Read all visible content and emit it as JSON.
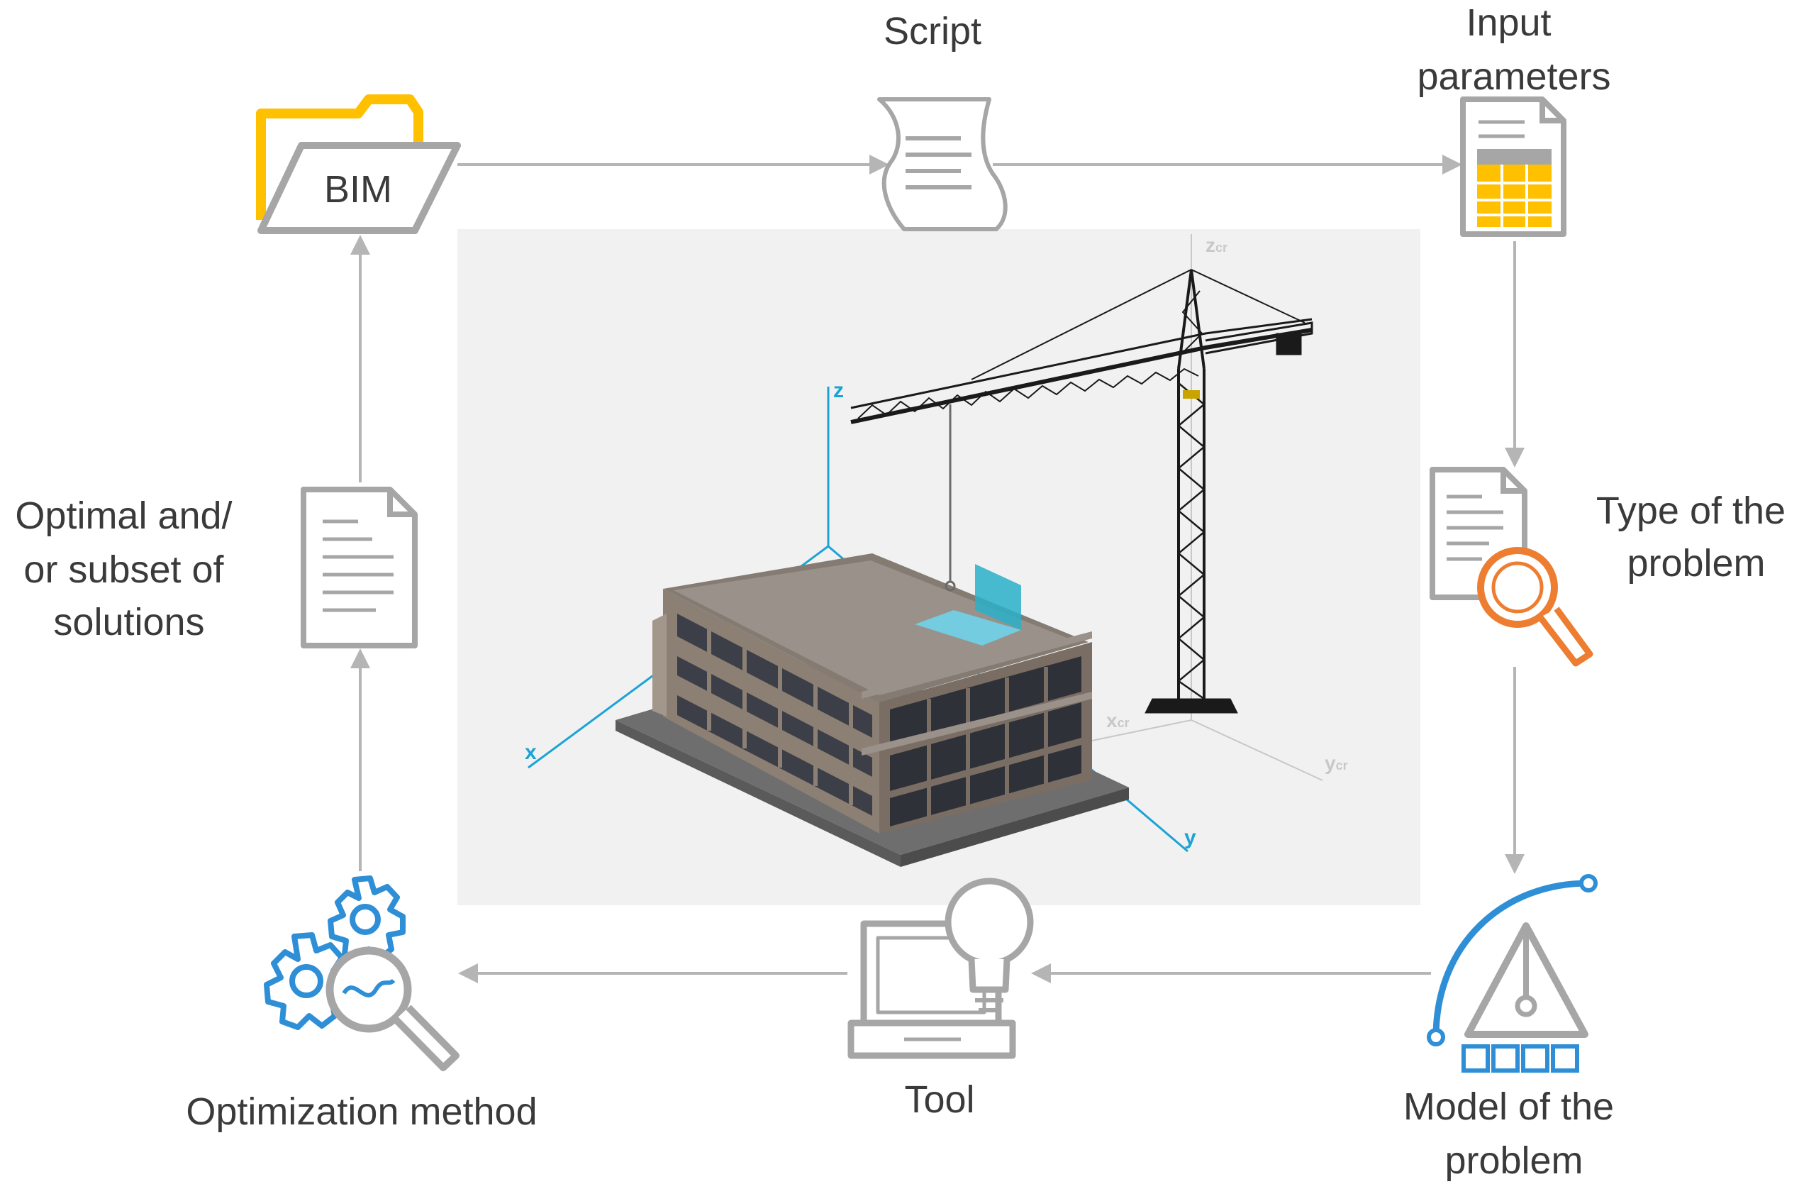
{
  "nodes": {
    "bim": {
      "label": "BIM",
      "icon": "folder-icon",
      "color": "#ffc000"
    },
    "script": {
      "label": "Script",
      "icon": "scroll-document-icon"
    },
    "input_parameters": {
      "label_lines": [
        "Input",
        "parameters"
      ],
      "icon": "spreadsheet-document-icon",
      "color": "#ffc000"
    },
    "type_of_problem": {
      "label_lines": [
        "Type of the",
        "problem"
      ],
      "icon": "document-magnifier-icon",
      "color": "#ed7d31"
    },
    "model_of_problem": {
      "label_lines": [
        "Model of the",
        "problem"
      ],
      "icon": "structural-model-icon",
      "color": "#2e8fd6"
    },
    "tool": {
      "label": "Tool",
      "icon": "laptop-lightbulb-icon"
    },
    "optimization_method": {
      "label": "Optimization method",
      "icon": "gears-magnifier-icon",
      "color": "#2e8fd6"
    },
    "optimal_solutions": {
      "label_lines": [
        "Optimal and/",
        "or subset of",
        "solutions"
      ],
      "icon": "document-icon"
    }
  },
  "scene": {
    "description_icon": "building-crane-illustration",
    "axes": {
      "x": "x",
      "y": "y",
      "z": "z"
    },
    "crane_axes": {
      "x_base": "x",
      "y_base": "y",
      "z_base": "z",
      "sub": "cr"
    },
    "axis_color": "#1ba3d6"
  },
  "colors": {
    "arrow": "#b5b5b5",
    "icon_gray": "#a6a6a6",
    "text": "#3a3a3a"
  }
}
